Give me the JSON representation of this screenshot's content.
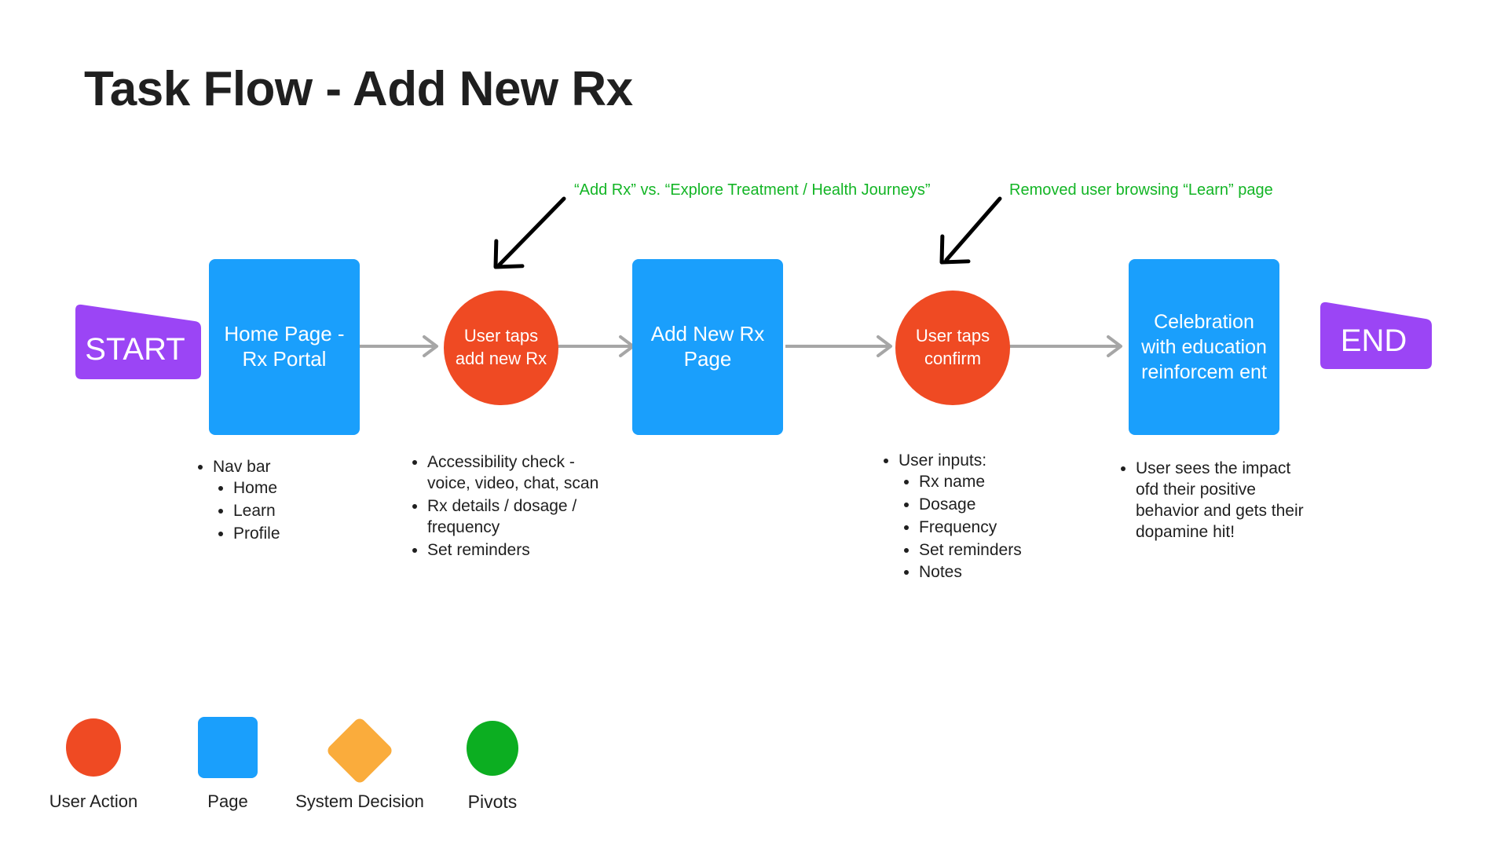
{
  "page": {
    "title": "Task Flow - Add New Rx",
    "background": "#ffffff"
  },
  "colors": {
    "page_node": "#1a9ffc",
    "action_node": "#ef4a23",
    "terminal_node": "#9b45f5",
    "decision_node": "#faac3c",
    "pivot_node": "#0cae21",
    "connector": "#a6a6a6",
    "annotation": "#13b525",
    "annotation_arrow": "#000000",
    "text_dark": "#1f1f1f",
    "text_light": "#ffffff"
  },
  "annotations": [
    {
      "id": "annotation-add-rx-vs-explore",
      "text": "“Add Rx” vs. “Explore Treatment / Health Journeys”",
      "arrow": "diagonal-down-left-arrow"
    },
    {
      "id": "annotation-removed-learn-browsing",
      "text": "Removed user browsing “Learn” page",
      "arrow": "diagonal-down-left-arrow"
    }
  ],
  "flow": {
    "nodes": [
      {
        "id": "start",
        "type": "terminal",
        "label": "START"
      },
      {
        "id": "home-page-rx-portal",
        "type": "page",
        "label": "Home Page - Rx Portal"
      },
      {
        "id": "user-taps-add-new-rx",
        "type": "action",
        "label": "User taps add new Rx"
      },
      {
        "id": "add-new-rx-page",
        "type": "page",
        "label": "Add New Rx Page"
      },
      {
        "id": "user-taps-confirm",
        "type": "action",
        "label": "User taps confirm"
      },
      {
        "id": "celebration-with-education-reinforcement",
        "type": "page",
        "label": "Celebration with education reinforcem ent"
      },
      {
        "id": "end",
        "type": "terminal",
        "label": "END"
      }
    ],
    "connectors": [
      {
        "from": "home-page-rx-portal",
        "to": "user-taps-add-new-rx"
      },
      {
        "from": "user-taps-add-new-rx",
        "to": "add-new-rx-page"
      },
      {
        "from": "add-new-rx-page",
        "to": "user-taps-confirm"
      },
      {
        "from": "user-taps-confirm",
        "to": "celebration-with-education-reinforcement"
      }
    ]
  },
  "notes": {
    "home_page": [
      {
        "text": "Nav bar",
        "children": [
          "Home",
          "Learn",
          "Profile"
        ]
      }
    ],
    "add_new_rx_action": [
      {
        "text": "Accessibility check - voice, video, chat, scan",
        "children": []
      },
      {
        "text": "Rx details / dosage / frequency",
        "children": []
      },
      {
        "text": "Set reminders",
        "children": []
      }
    ],
    "confirm_action": [
      {
        "text": "User inputs:",
        "children": [
          "Rx name",
          "Dosage",
          "Frequency",
          "Set reminders",
          "Notes"
        ]
      }
    ],
    "celebration": [
      {
        "text": "User sees the impact ofd their positive behavior and gets their dopamine hit!",
        "children": []
      }
    ]
  },
  "legend": {
    "items": [
      {
        "id": "user-action",
        "label": "User Action",
        "shape": "circle",
        "color": "#ef4a23"
      },
      {
        "id": "page",
        "label": "Page",
        "shape": "square",
        "color": "#1a9ffc"
      },
      {
        "id": "system-decision",
        "label": "System Decision",
        "shape": "diamond",
        "color": "#faac3c"
      },
      {
        "id": "pivots",
        "label": "Pivots",
        "shape": "circle",
        "color": "#0cae21"
      }
    ]
  }
}
